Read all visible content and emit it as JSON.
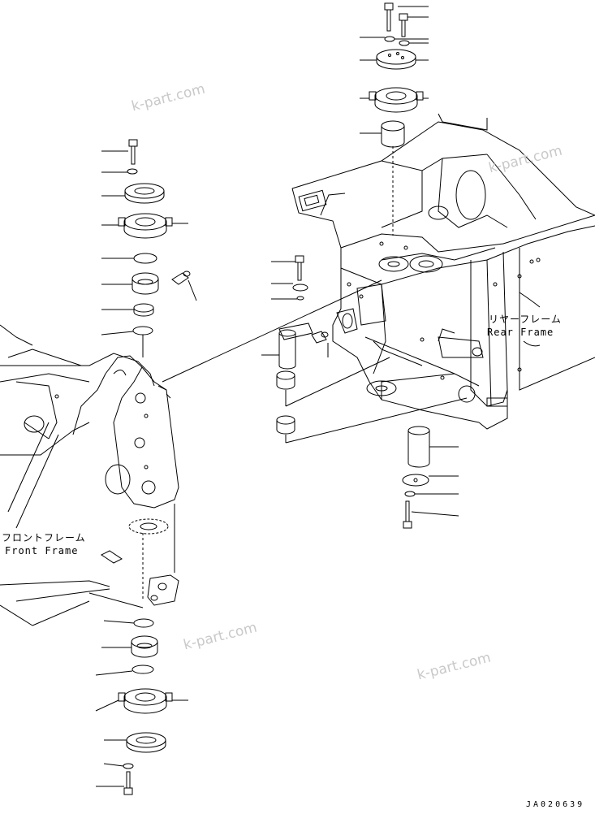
{
  "labels": {
    "rear_frame_jp": "リヤーフレーム",
    "rear_frame_en": "Rear Frame",
    "front_frame_jp": "フロントフレーム",
    "front_frame_en": "Front Frame"
  },
  "watermarks": [
    "k-part.com",
    "k-part.com",
    "k-part.com",
    "k-part.com"
  ],
  "drawing_code": "JA020639"
}
